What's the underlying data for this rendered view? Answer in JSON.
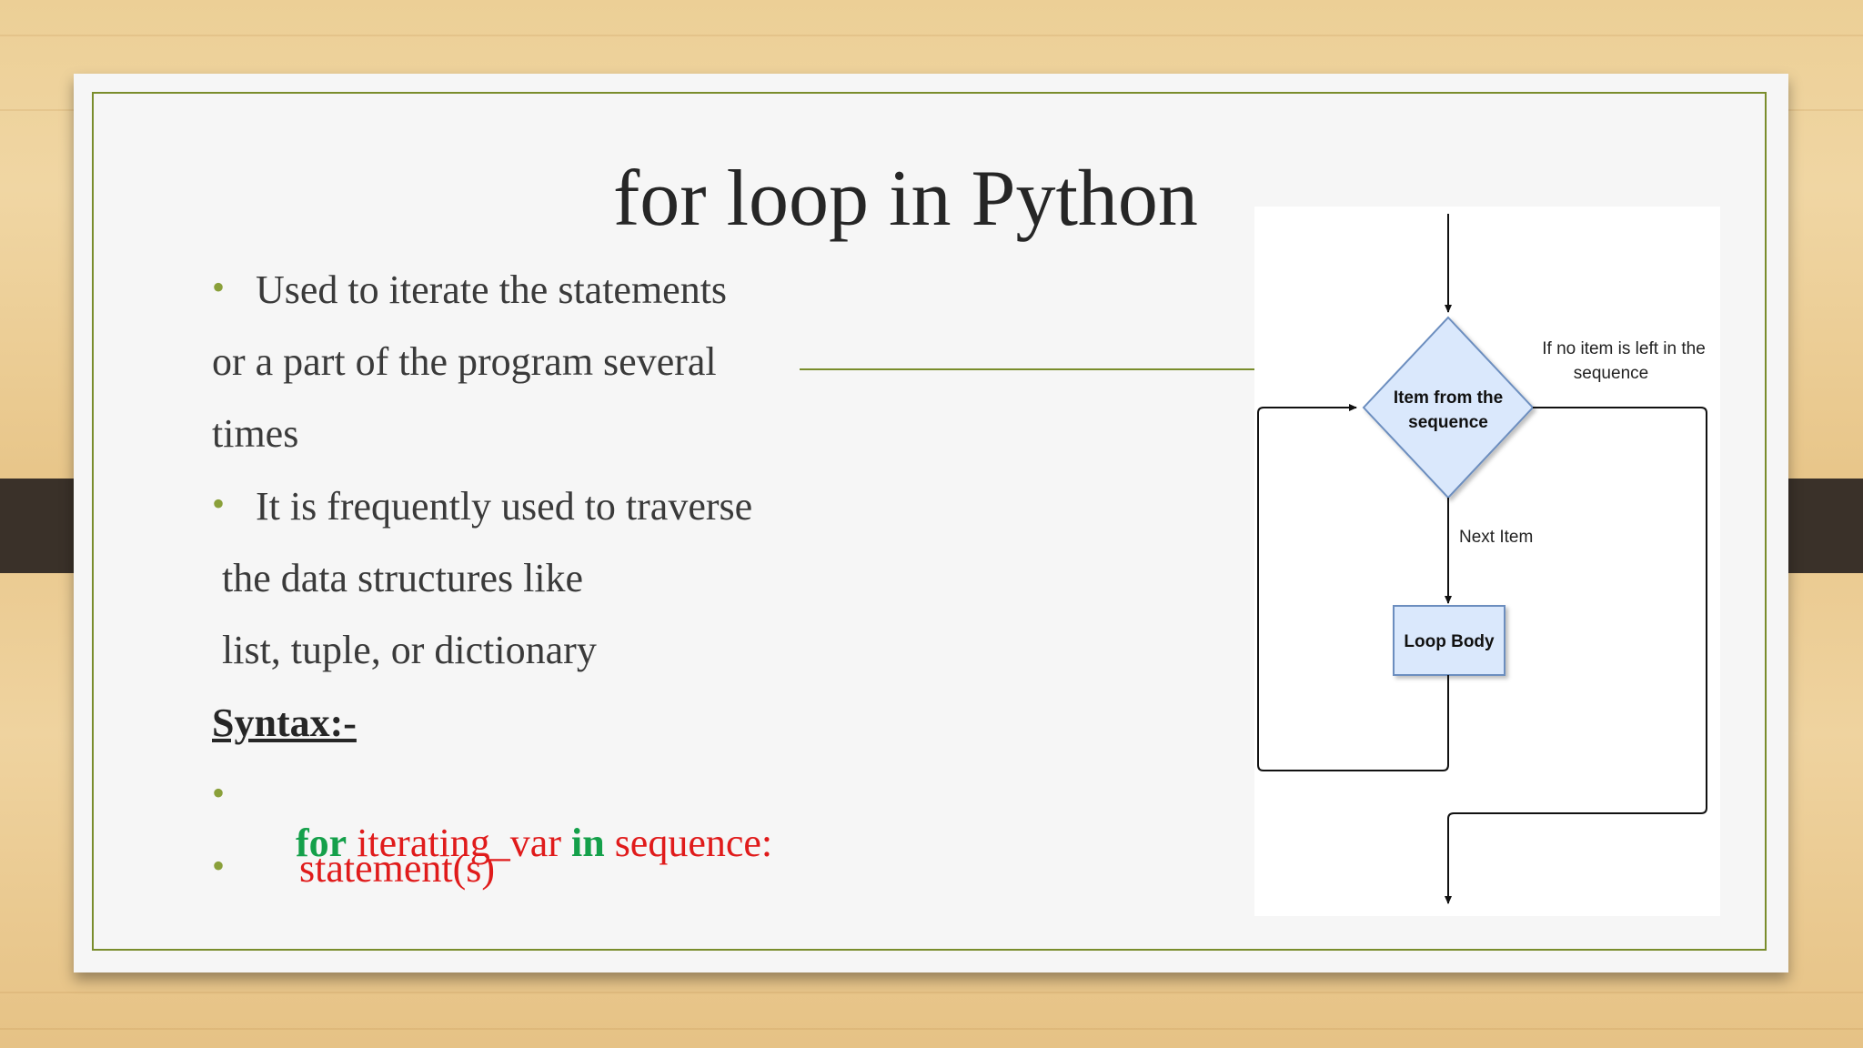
{
  "slide": {
    "title": "for loop in Python",
    "lines": [
      "Used to iterate the statements",
      "or a part of  the program several",
      "times",
      "It is frequently used to traverse",
      " the data structures like",
      " list, tuple, or dictionary"
    ],
    "syntax_label": "Syntax:-",
    "code": {
      "kw_for": "for",
      "var": " iterating_var ",
      "kw_in": "in",
      "seq": " sequence:",
      "statement": "statement(s)"
    }
  },
  "flowchart": {
    "decision_line1": "Item from the",
    "decision_line2": "sequence",
    "no_item_line1": "If no item is left in the",
    "no_item_line2": "sequence",
    "next_item": "Next Item",
    "loop_body": "Loop Body"
  },
  "colors": {
    "accent": "#7a8d2c",
    "keyword": "#14a04a",
    "code_text": "#e01b1b",
    "shape_fill": "#dae8fc",
    "shape_stroke": "#6c8ebf"
  }
}
